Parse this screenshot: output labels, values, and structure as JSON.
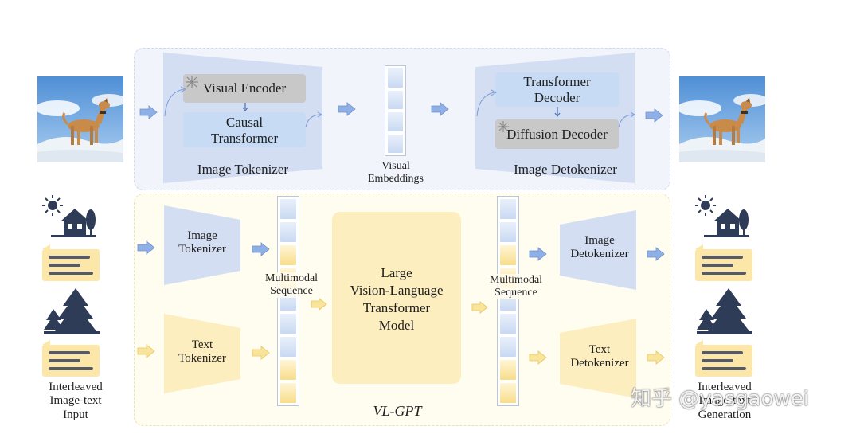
{
  "top": {
    "visual_encoder": "Visual Encoder",
    "causal_transformer": "Causal\nTransformer",
    "image_tokenizer": "Image Tokenizer",
    "visual_embeddings": "Visual\nEmbeddings",
    "transformer_decoder": "Transformer\nDecoder",
    "diffusion_decoder": "Diffusion Decoder",
    "image_detokenizer": "Image Detokenizer"
  },
  "bottom": {
    "image_tokenizer": "Image\nTokenizer",
    "text_tokenizer": "Text\nTokenizer",
    "multimodal_sequence_left": "Multimodal\nSequence",
    "model": "Large\nVision-Language\nTransformer\nModel",
    "multimodal_sequence_right": "Multimodal\nSequence",
    "image_detokenizer": "Image\nDetokenizer",
    "text_detokenizer": "Text\nDetokenizer",
    "title": "VL-GPT"
  },
  "input_label": "Interleaved\nImage-text\nInput",
  "output_label": "Interleaved\nImage-text\nGeneration",
  "watermark": "知乎 @yasgaowei",
  "colors": {
    "blue_panel": "#f1f4fb",
    "yellow_panel": "#fffcf0",
    "blue_arrow": "#7fa3e0",
    "yellow_arrow": "#f3d46a",
    "grey_box": "#c8c8c8",
    "blue_box": "#c7dcf4",
    "model_box": "#fdeec0"
  },
  "icons": [
    "dog-photo",
    "sun-icon",
    "house-icon",
    "tree-icon",
    "forest-icon",
    "text-lines-icon",
    "snowflake-icon"
  ]
}
